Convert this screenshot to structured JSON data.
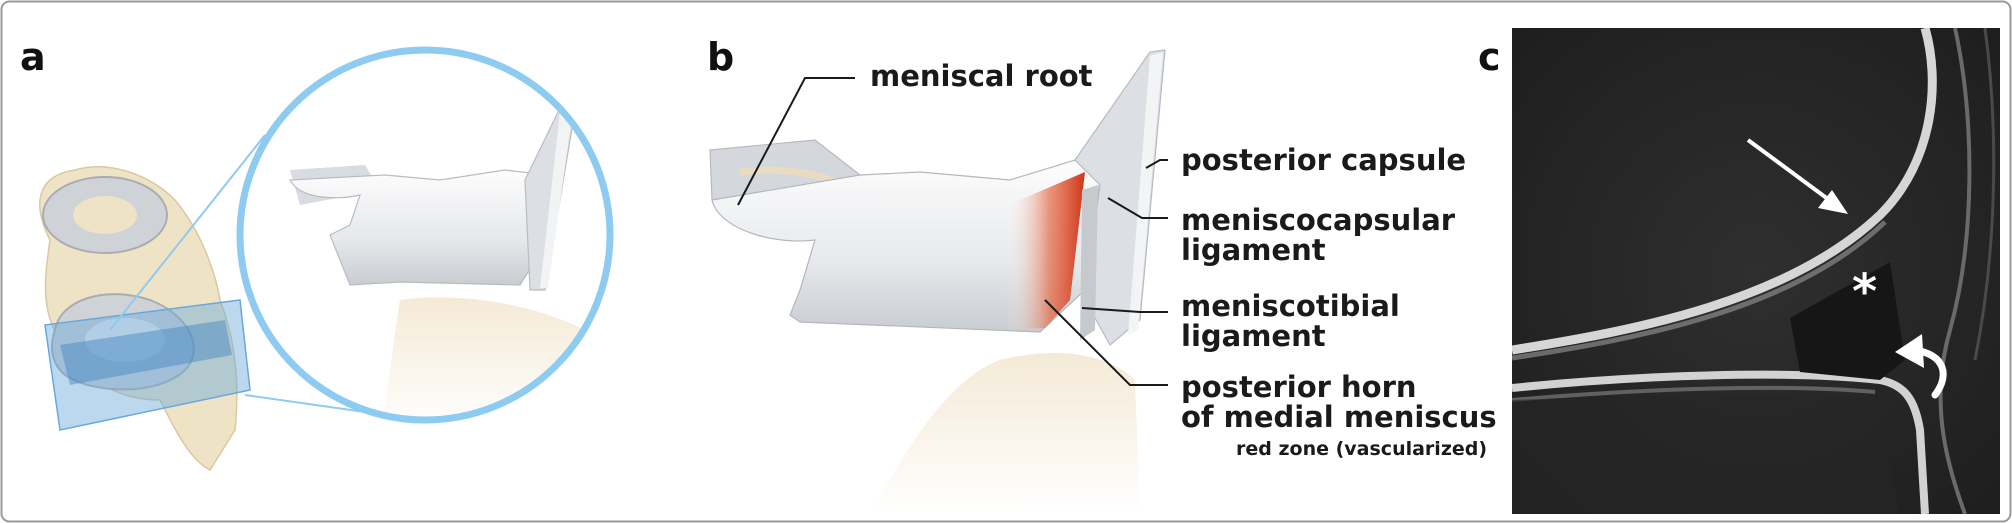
{
  "panels": {
    "a": {
      "letter": "a"
    },
    "b": {
      "letter": "b",
      "labels": {
        "meniscal_root": "meniscal root",
        "posterior_capsule": "posterior capsule",
        "meniscocapsular_1": "meniscocapsular",
        "meniscocapsular_2": "ligament",
        "meniscotibial_1": "meniscotibial",
        "meniscotibial_2": "ligament",
        "posterior_horn_1": "posterior horn",
        "posterior_horn_2": "of medial meniscus",
        "red_zone": "red zone (vascularized)"
      }
    },
    "c": {
      "letter": "c",
      "asterisk": "*"
    }
  },
  "colors": {
    "magnifier_circle": "#8ecbf0",
    "meniscus": "#e9ebee",
    "bone": "#efe4cf",
    "red_zone": "#d9401f",
    "mri_background": "#2b2b2b"
  }
}
